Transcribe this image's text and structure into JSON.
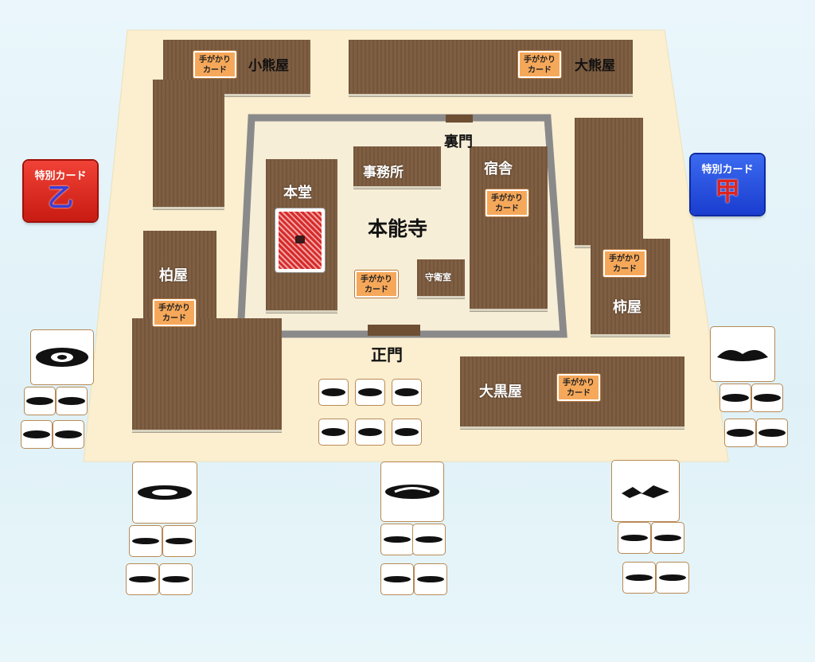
{
  "temple": {
    "name": "本能寺"
  },
  "buildings": {
    "kokumaya": "小熊屋",
    "ookumaya": "大熊屋",
    "kashiwaya": "柏屋",
    "kakiya": "柿屋",
    "daikokuya": "大黒屋",
    "hondo": "本堂",
    "jimusho": "事務所",
    "shukusha": "宿舎",
    "shueishitsu": "守衛室"
  },
  "gates": {
    "back": "裏門",
    "main": "正門"
  },
  "clue_card": {
    "line1": "手がかり",
    "line2": "カード"
  },
  "special_cards": [
    {
      "title": "特別カード",
      "glyph": "乙",
      "color": "#e02a1e"
    },
    {
      "title": "特別カード",
      "glyph": "甲",
      "color": "#2a56e0"
    }
  ],
  "colors": {
    "ground": "#fbefd0",
    "building": "#7b5a3d",
    "wall": "#8a8a8a"
  }
}
